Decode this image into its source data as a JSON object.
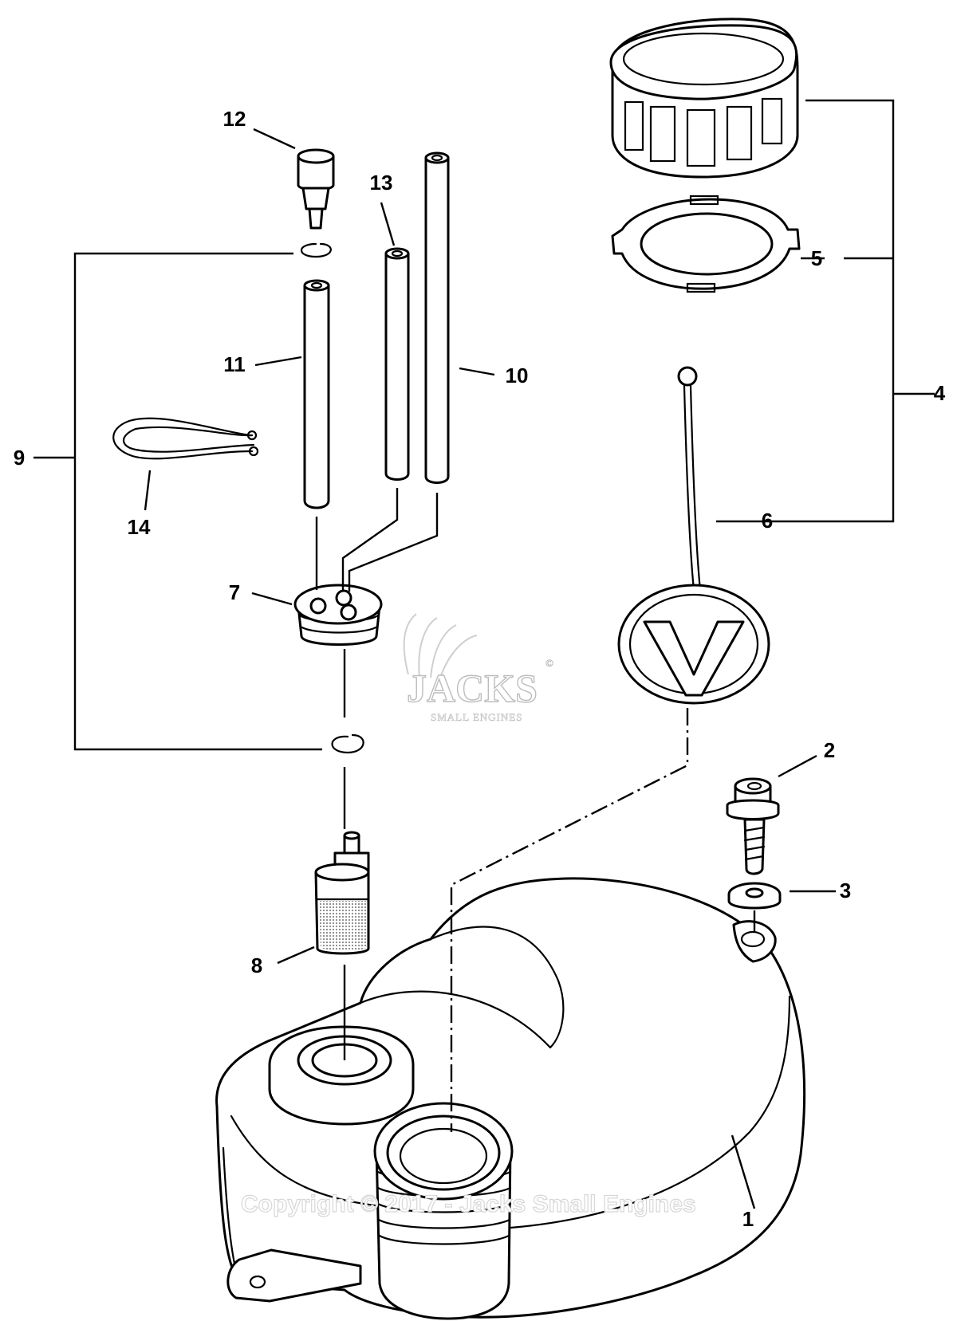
{
  "callouts": {
    "c1": "1",
    "c2": "2",
    "c3": "3",
    "c4": "4",
    "c5": "5",
    "c6": "6",
    "c7": "7",
    "c8": "8",
    "c9": "9",
    "c10": "10",
    "c11": "11",
    "c12": "12",
    "c13": "13",
    "c14": "14"
  },
  "watermark": {
    "brand": "JACKS",
    "registered": "©",
    "tagline": "SMALL ENGINES",
    "copyright": "Copyright © 2017 - Jacks Small Engines"
  }
}
